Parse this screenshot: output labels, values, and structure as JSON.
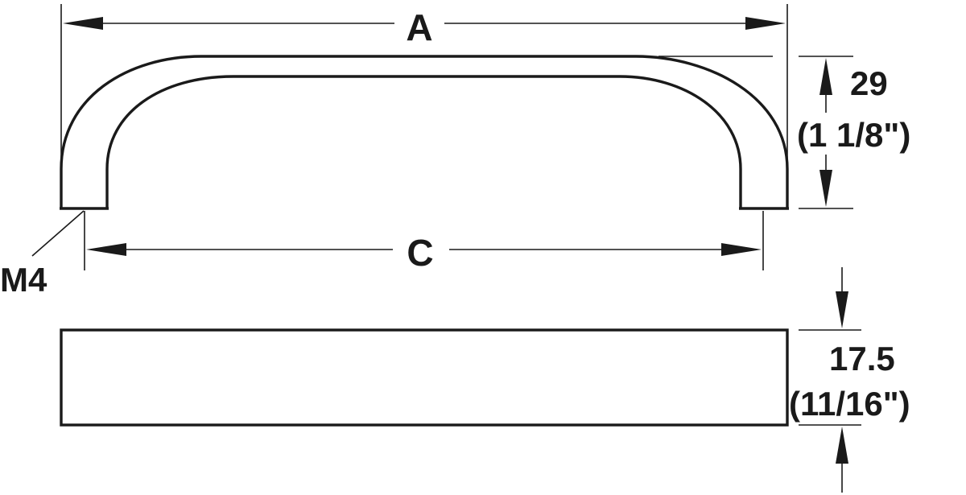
{
  "labels": {
    "overall_length": "A",
    "hole_spacing": "C",
    "thread": "M4",
    "height_mm": "29",
    "height_in": "(1 1/8\")",
    "width_mm": "17.5",
    "width_in": "(11/16\")"
  },
  "colors": {
    "line": "#1a1a1a",
    "background": "#ffffff"
  }
}
